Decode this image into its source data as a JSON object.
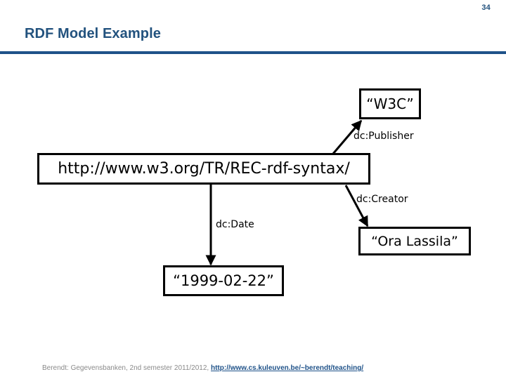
{
  "slide": {
    "page_number": "34",
    "title": "RDF Model Example",
    "rule_color": "#1f5289",
    "title_color": "#22527e"
  },
  "diagram": {
    "nodes": [
      {
        "id": "w3c",
        "label": "“W3C”"
      },
      {
        "id": "url",
        "label": "http://www.w3.org/TR/REC-rdf-syntax/"
      },
      {
        "id": "creator_value",
        "label": "“Ora Lassila”"
      },
      {
        "id": "date_value",
        "label": "“1999-02-22”"
      }
    ],
    "edges": [
      {
        "id": "publisher",
        "label": "dc:Publisher",
        "from": "url",
        "to": "w3c"
      },
      {
        "id": "creator",
        "label": "dc:Creator",
        "from": "url",
        "to": "creator_value"
      },
      {
        "id": "date",
        "label": "dc:Date",
        "from": "url",
        "to": "date_value"
      }
    ],
    "stroke_color": "#000000"
  },
  "footer": {
    "text": "Berendt: Gegevensbanken, 2nd semester 2011/2012, ",
    "link_text": "http://www.cs.kuleuven.be/~berendt/teaching/",
    "link_color": "#1f5289"
  }
}
